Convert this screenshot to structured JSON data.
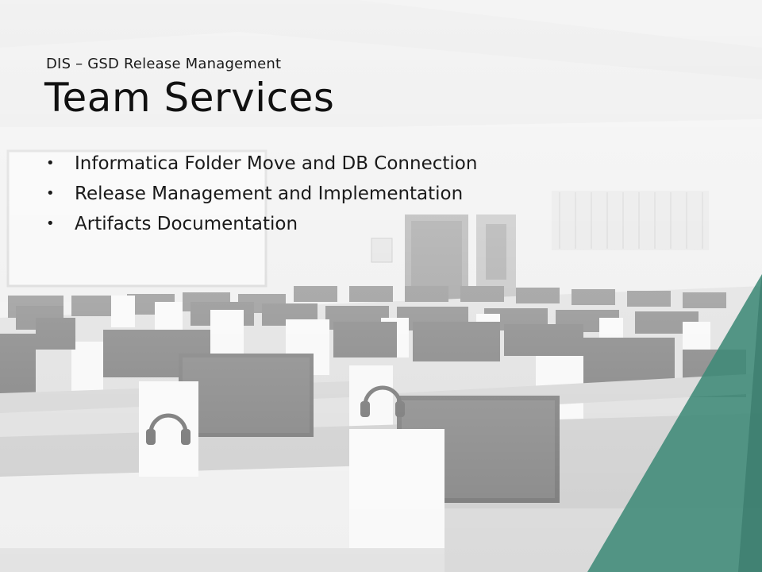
{
  "slide": {
    "subtitle": "DIS – GSD Release Management",
    "title": "Team Services",
    "bullets": [
      {
        "marker": "•",
        "text": "Informatica Folder Move and DB Connection"
      },
      {
        "marker": "•",
        "text": "Release Management and Implementation"
      },
      {
        "marker": "•",
        "text": "Artifacts Documentation"
      }
    ]
  },
  "colors": {
    "accent_green": "#3f8a78",
    "accent_green_dark": "#2f6f61",
    "text": "#111111"
  }
}
